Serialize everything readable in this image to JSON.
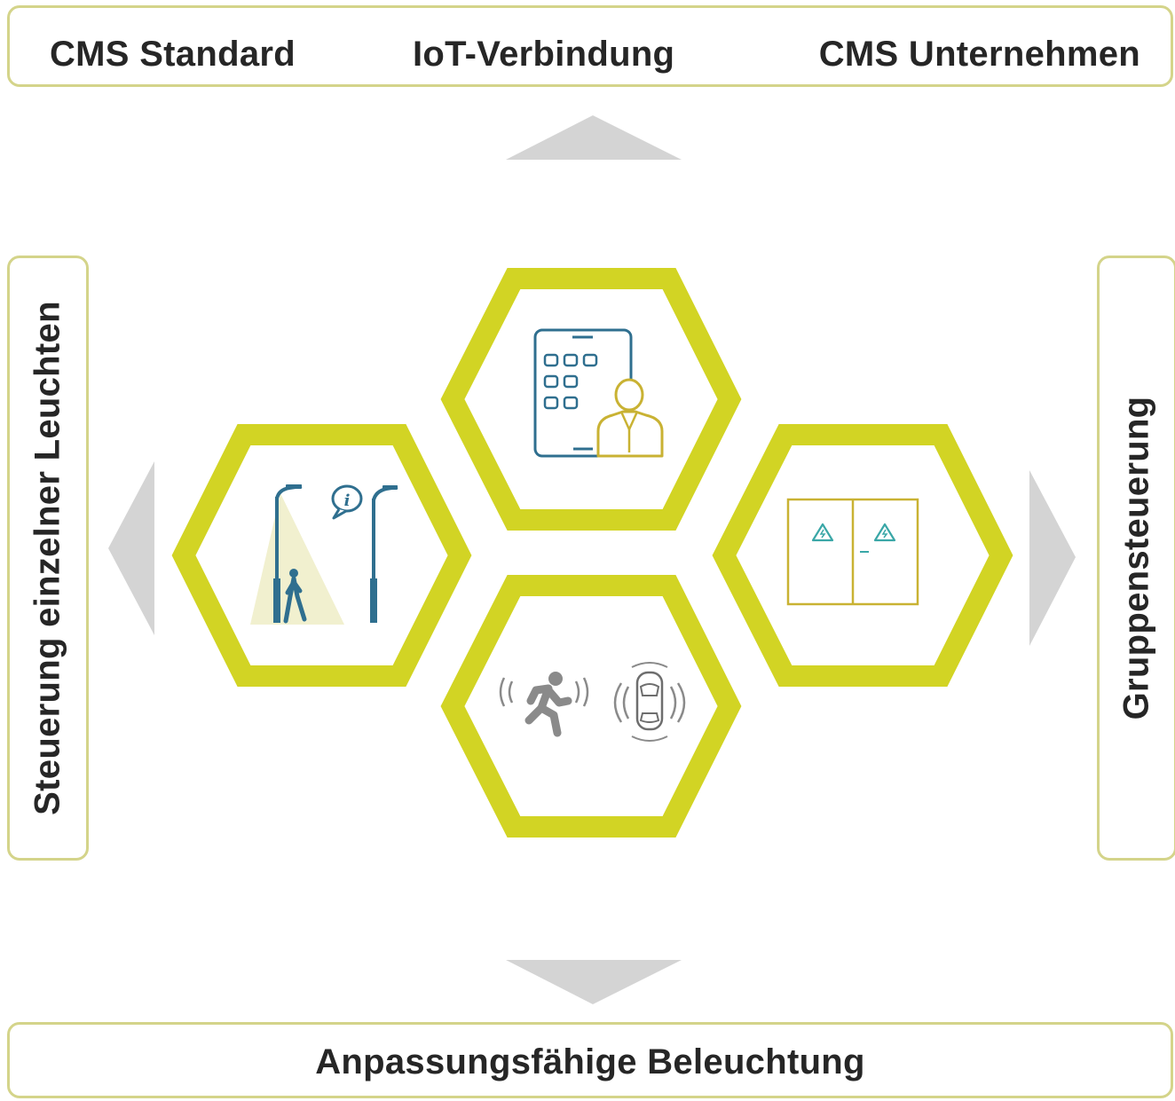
{
  "top": {
    "left_label": "CMS Standard",
    "center_label": "IoT-Verbindung",
    "right_label": "CMS Unternehmen"
  },
  "left": {
    "label": "Steuerung einzelner Leuchten"
  },
  "right": {
    "label": "Gruppensteuerung"
  },
  "bottom": {
    "label": "Anpassungsfähige Beleuchtung"
  },
  "icons": {
    "streetlight": "streetlight-pedestrian-icon",
    "tablet": "tablet-user-icon",
    "cabinet": "control-cabinet-icon",
    "sensor": "motion-sensor-icon"
  },
  "colors": {
    "hex_border": "#d2d424",
    "box_border": "#d4d48a",
    "arrow": "#d4d4d4",
    "icon_blue": "#2f6f8f",
    "icon_teal": "#3aa7a7",
    "icon_gold": "#c9b233",
    "icon_gray": "#8a8a8a",
    "text": "#262626"
  }
}
